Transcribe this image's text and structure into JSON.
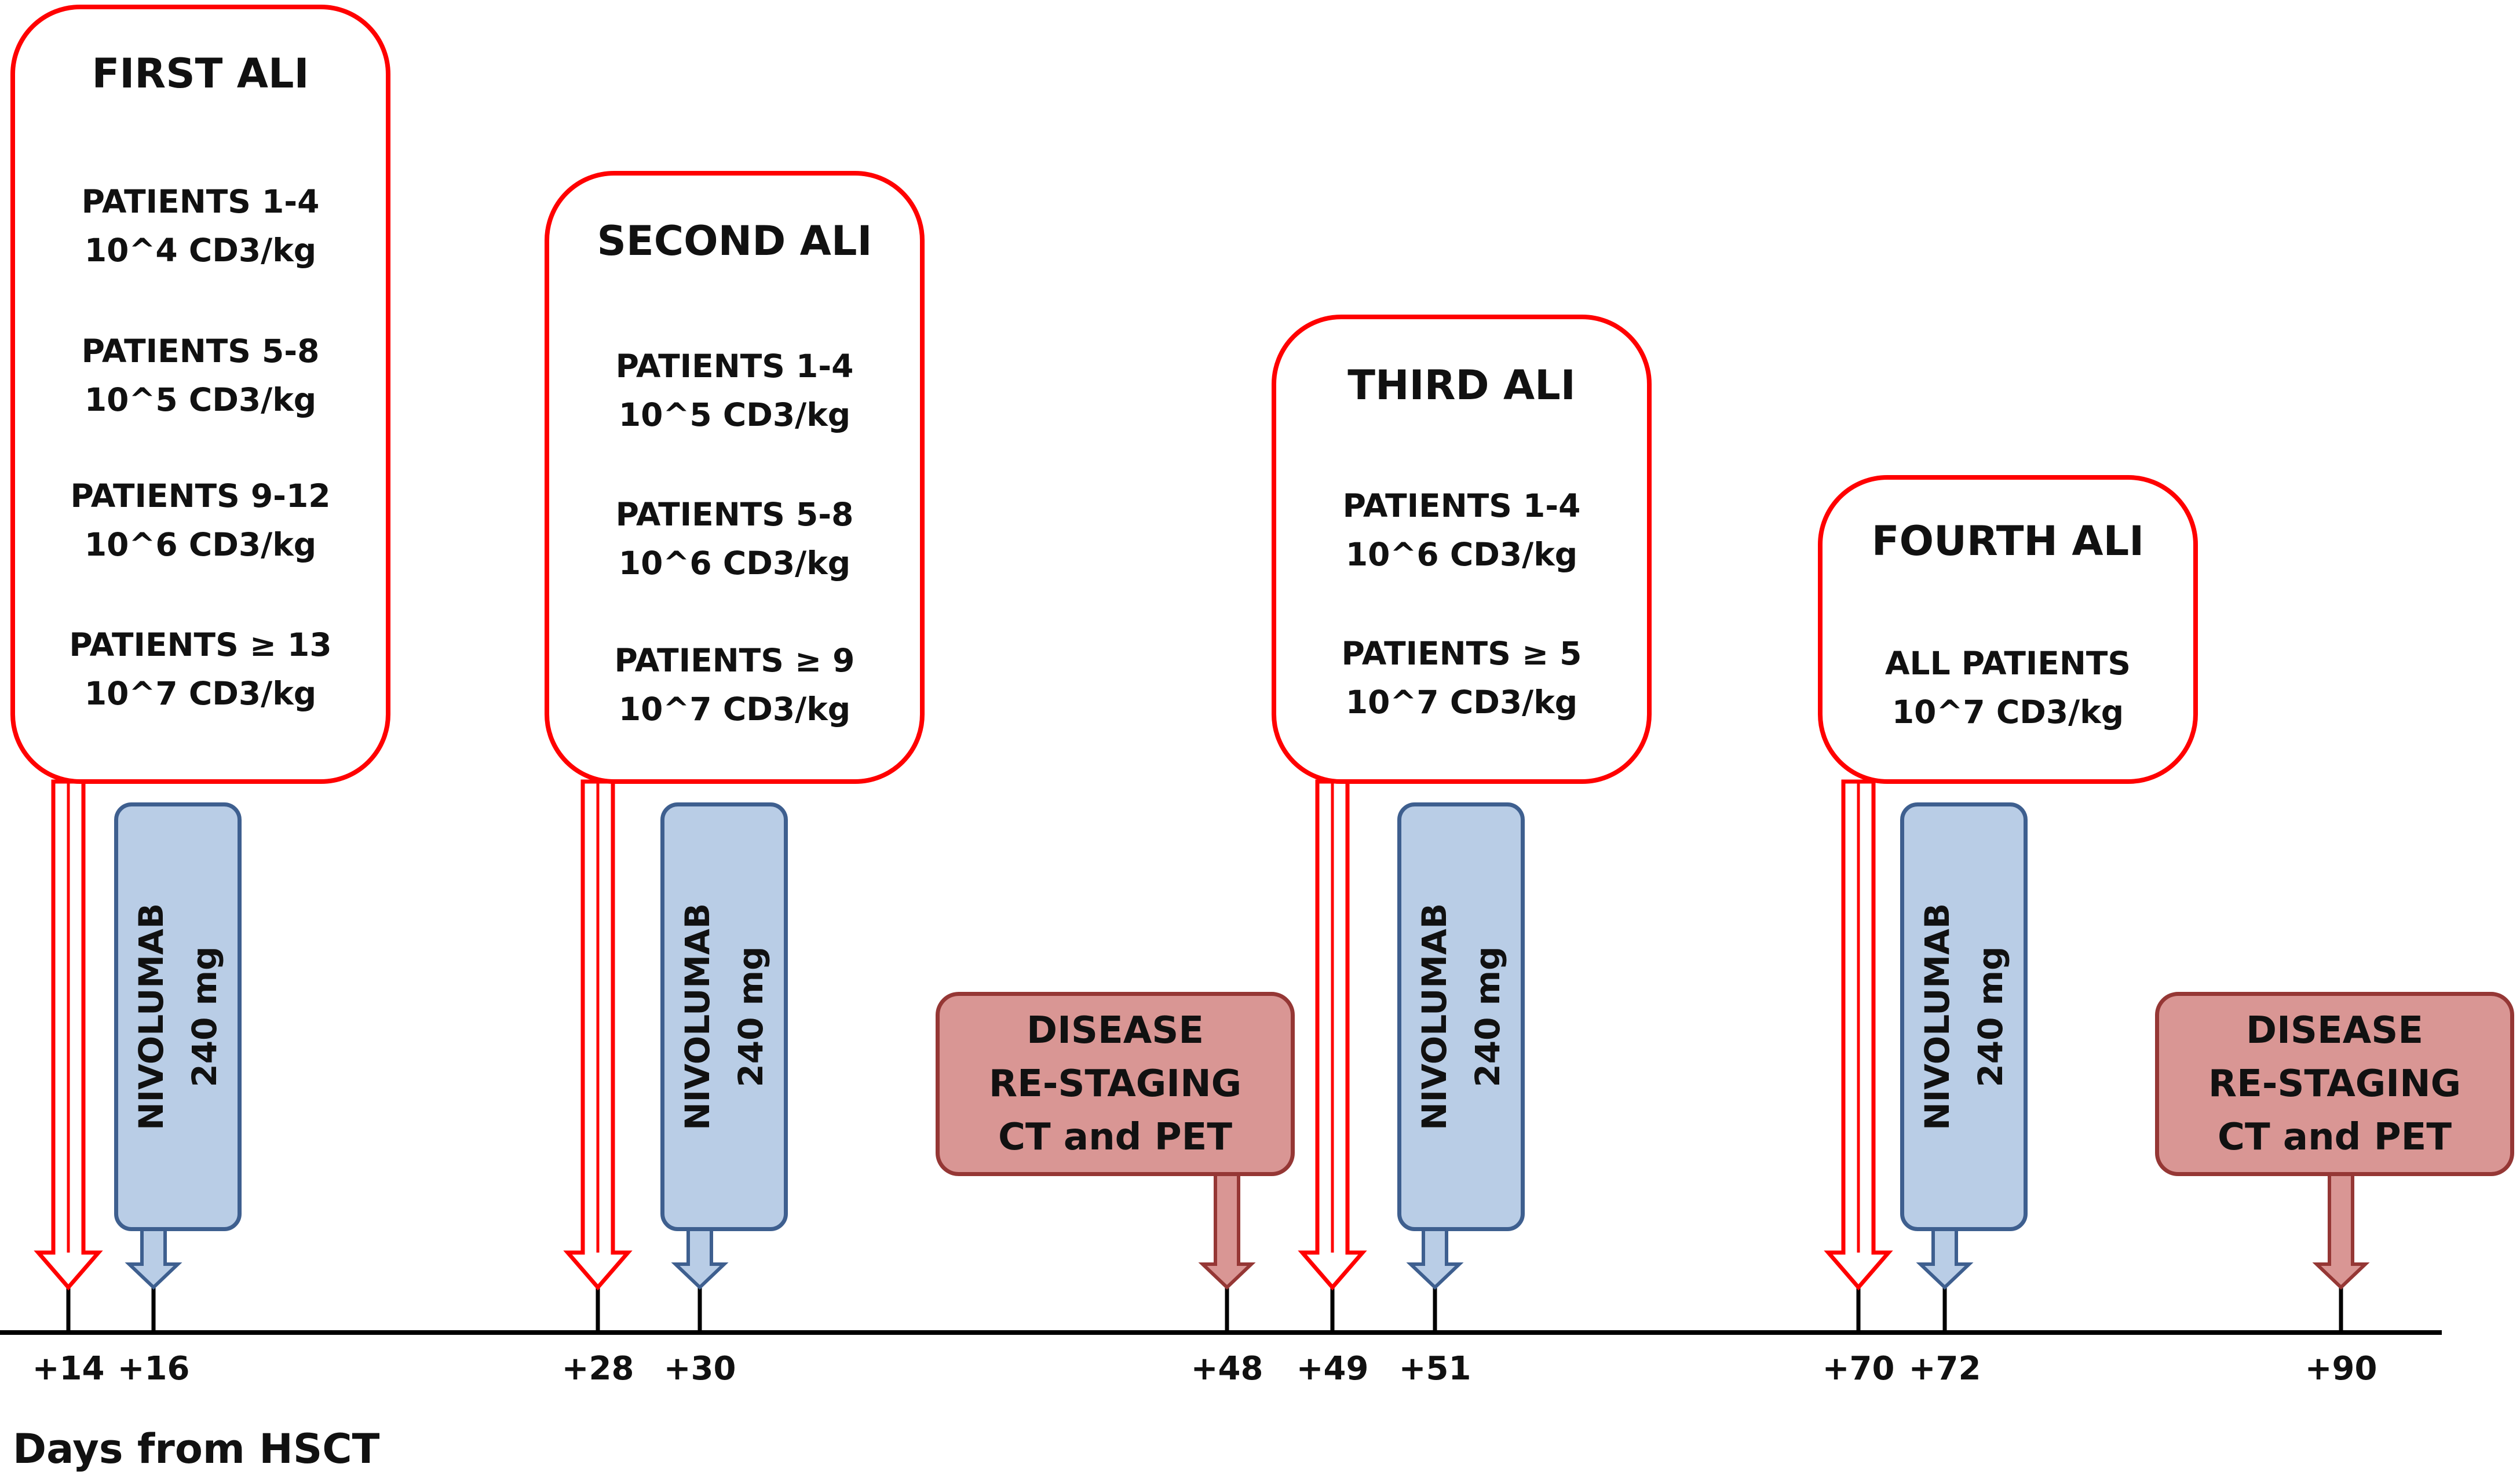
{
  "ali_boxes": [
    {
      "title": "FIRST ALI",
      "groups": [
        {
          "patients": "PATIENTS 1-4",
          "dose": "10^4 CD3/kg"
        },
        {
          "patients": "PATIENTS 5-8",
          "dose": "10^5 CD3/kg"
        },
        {
          "patients": "PATIENTS 9-12",
          "dose": "10^6 CD3/kg"
        },
        {
          "patients": "PATIENTS ≥ 13",
          "dose": "10^7 CD3/kg"
        }
      ]
    },
    {
      "title": "SECOND ALI",
      "groups": [
        {
          "patients": "PATIENTS 1-4",
          "dose": "10^5 CD3/kg"
        },
        {
          "patients": "PATIENTS 5-8",
          "dose": "10^6 CD3/kg"
        },
        {
          "patients": "PATIENTS ≥ 9",
          "dose": "10^7 CD3/kg"
        }
      ]
    },
    {
      "title": "THIRD ALI",
      "groups": [
        {
          "patients": "PATIENTS 1-4",
          "dose": "10^6 CD3/kg"
        },
        {
          "patients": "PATIENTS ≥ 5",
          "dose": "10^7 CD3/kg"
        }
      ]
    },
    {
      "title": "FOURTH ALI",
      "groups": [
        {
          "patients": "ALL PATIENTS",
          "dose": "10^7 CD3/kg"
        }
      ]
    }
  ],
  "nivolumab": {
    "drug": "NIVOLUMAB",
    "dose": "240 mg"
  },
  "restaging": {
    "line1": "DISEASE",
    "line2": "RE-STAGING",
    "line3": "CT and PET"
  },
  "ticks": [
    "+14",
    "+16",
    "+28",
    "+30",
    "+48",
    "+49",
    "+51",
    "+70",
    "+72",
    "+90"
  ],
  "axis_title": "Days from HSCT",
  "colors": {
    "ali_border": "#ff0000",
    "nivo_fill": "#b9cde6",
    "nivo_border": "#3e5f8f",
    "restage_fill": "#d99694",
    "restage_border": "#953735",
    "axis": "#000000"
  }
}
